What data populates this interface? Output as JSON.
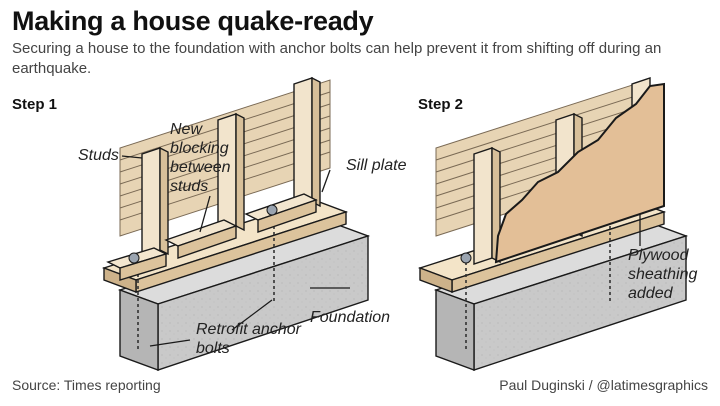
{
  "header": {
    "title": "Making a house quake-ready",
    "subtitle": "Securing a house to the foundation with anchor bolts can help prevent it from shifting off during an earthquake."
  },
  "steps": {
    "step1": "Step 1",
    "step2": "Step 2"
  },
  "labels": {
    "studs": "Studs",
    "blocking": "New blocking between studs",
    "sill_plate": "Sill plate",
    "foundation": "Foundation",
    "anchor_bolts": "Retrofit anchor bolts",
    "plywood": "Plywood sheathing added"
  },
  "footer": {
    "source": "Source: Times reporting",
    "credit": "Paul Duginski / @latimesgraphics"
  },
  "colors": {
    "wood": "#eedcc0",
    "siding": "#e7d4b4",
    "plywood": "#e3bf97",
    "concrete": "#c9c9c9",
    "outline": "#1a1a1a"
  }
}
